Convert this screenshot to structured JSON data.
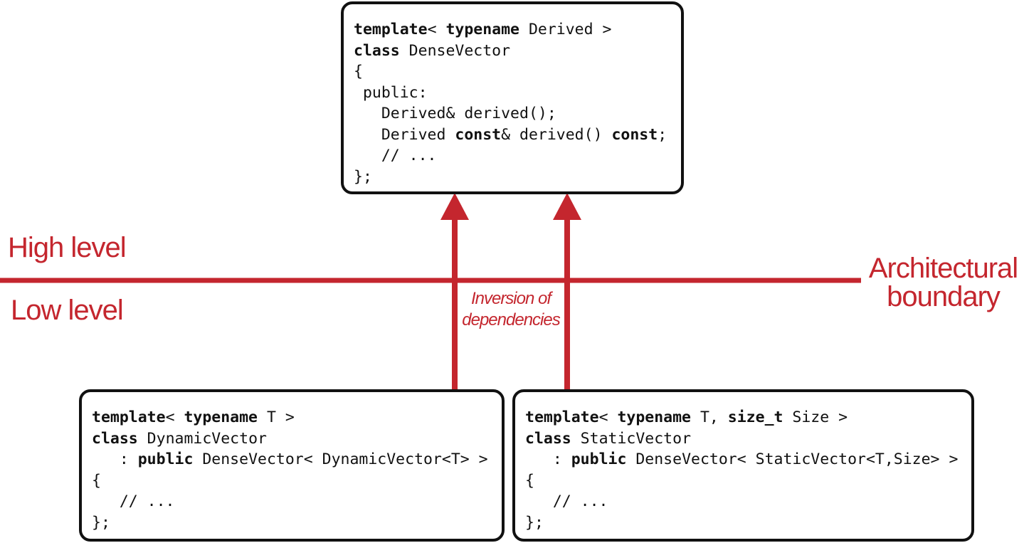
{
  "colors": {
    "accent": "#c4262e",
    "ink": "#111111"
  },
  "boxes": {
    "top": {
      "lines": [
        [
          {
            "t": "template",
            "b": true
          },
          {
            "t": "< "
          },
          {
            "t": "typename",
            "b": true
          },
          {
            "t": " Derived >"
          }
        ],
        [
          {
            "t": "class",
            "b": true
          },
          {
            "t": " DenseVector"
          }
        ],
        [
          {
            "t": "{"
          }
        ],
        [
          {
            "t": " public:"
          }
        ],
        [
          {
            "t": "   Derived& derived();"
          }
        ],
        [
          {
            "t": "   Derived "
          },
          {
            "t": "const",
            "b": true
          },
          {
            "t": "& derived() "
          },
          {
            "t": "const",
            "b": true
          },
          {
            "t": ";"
          }
        ],
        [
          {
            "t": "   // ..."
          }
        ],
        [
          {
            "t": "};"
          }
        ]
      ]
    },
    "bottom_left": {
      "lines": [
        [
          {
            "t": "template",
            "b": true
          },
          {
            "t": "< "
          },
          {
            "t": "typename",
            "b": true
          },
          {
            "t": " T >"
          }
        ],
        [
          {
            "t": "class",
            "b": true
          },
          {
            "t": " DynamicVector"
          }
        ],
        [
          {
            "t": "   : "
          },
          {
            "t": "public",
            "b": true
          },
          {
            "t": " DenseVector< DynamicVector<T> >"
          }
        ],
        [
          {
            "t": "{"
          }
        ],
        [
          {
            "t": "   // ..."
          }
        ],
        [
          {
            "t": "};"
          }
        ]
      ]
    },
    "bottom_right": {
      "lines": [
        [
          {
            "t": "template",
            "b": true
          },
          {
            "t": "< "
          },
          {
            "t": "typename",
            "b": true
          },
          {
            "t": " T, "
          },
          {
            "t": "size_t",
            "b": true
          },
          {
            "t": " Size >"
          }
        ],
        [
          {
            "t": "class",
            "b": true
          },
          {
            "t": " StaticVector"
          }
        ],
        [
          {
            "t": "   : "
          },
          {
            "t": "public",
            "b": true
          },
          {
            "t": " DenseVector< StaticVector<T,Size> >"
          }
        ],
        [
          {
            "t": "{"
          }
        ],
        [
          {
            "t": "   // ..."
          }
        ],
        [
          {
            "t": "};"
          }
        ]
      ]
    }
  },
  "labels": {
    "high_level": "High level",
    "low_level": "Low level",
    "boundary_line1": "Architectural",
    "boundary_line2": "boundary",
    "inversion_line1": "Inversion of",
    "inversion_line2": "dependencies"
  }
}
